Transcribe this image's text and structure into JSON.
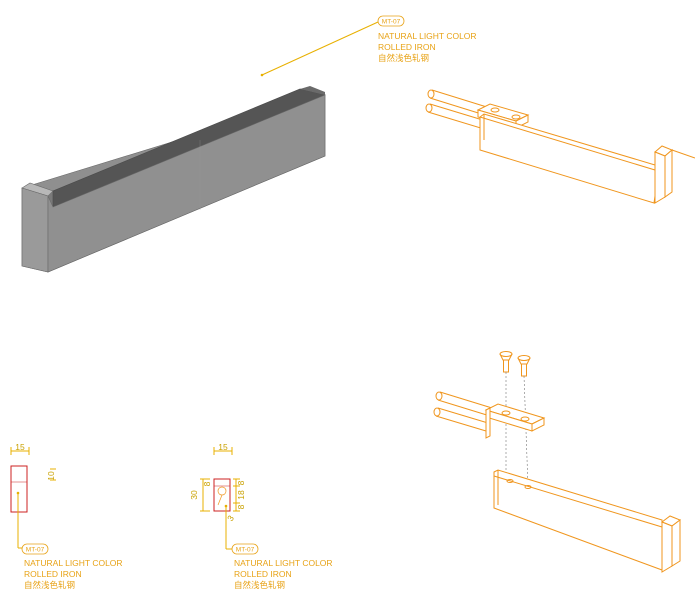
{
  "callouts": {
    "top": {
      "tag": "MT-07",
      "line1": "NATURAL LIGHT COLOR",
      "line2": "ROLLED IRON",
      "line3": "自然浅色轧钢"
    },
    "left": {
      "tag": "MT-07",
      "line1": "NATURAL LIGHT COLOR",
      "line2": "ROLLED IRON",
      "line3": "自然浅色轧钢"
    },
    "middle": {
      "tag": "MT-07",
      "line1": "NATURAL LIGHT COLOR",
      "line2": "ROLLED IRON",
      "line3": "自然浅色轧钢"
    }
  },
  "dimensions": {
    "left_width": "15",
    "left_side": "10",
    "mid_width": "15",
    "mid_height": "30",
    "mid_inner_a": "8",
    "mid_inner_b": "18",
    "mid_inner_c": "8",
    "mid_small": "3"
  },
  "colors": {
    "orange": "#f0961e",
    "label": "#e8a317",
    "red": "#cc2222",
    "solid_front": "#8d8d8d",
    "solid_top": "#5a5a5a"
  }
}
